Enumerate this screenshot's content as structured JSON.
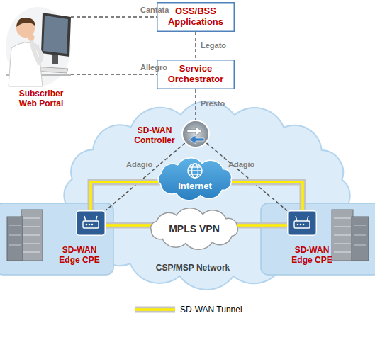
{
  "diagram": {
    "nodes": [
      {
        "text": [
          "Subscriber Web Portal"
        ]
      },
      {
        "text": [
          "OSS/BSS Applications"
        ]
      },
      {
        "text": [
          "Service Orchestrator"
        ]
      },
      {
        "text": [
          "CSP/MSP Network"
        ]
      },
      {
        "text": [
          "SD-WAN Controller"
        ],
        "in": 3
      },
      {
        "text": [
          "Internet"
        ],
        "in": 3
      },
      {
        "text": [
          "MPLS VPN"
        ],
        "in": 3
      },
      {
        "text": [
          "SD-WAN Edge CPE"
        ]
      },
      {
        "text": [
          "SD-WAN Edge CPE"
        ]
      }
    ],
    "edges": [
      {
        "from": 0,
        "to": 1,
        "label": "Cantata",
        "arrow": "none"
      },
      {
        "from": 0,
        "to": 2,
        "label": "Allegro",
        "arrow": "none"
      },
      {
        "from": 1,
        "to": 2,
        "label": "Legato",
        "arrow": "none"
      },
      {
        "from": 2,
        "to": 4,
        "label": "Presto",
        "arrow": "none"
      },
      {
        "from": 4,
        "to": 7,
        "label": "Adagio",
        "arrow": "none"
      },
      {
        "from": 4,
        "to": 8,
        "label": "Adagio",
        "arrow": "none"
      },
      {
        "from": 7,
        "to": 8,
        "arrow": "none"
      },
      {
        "from": 7,
        "to": 8,
        "arrow": "none"
      }
    ],
    "legend": [
      {
        "text": "SD-WAN Tunnel"
      }
    ]
  }
}
